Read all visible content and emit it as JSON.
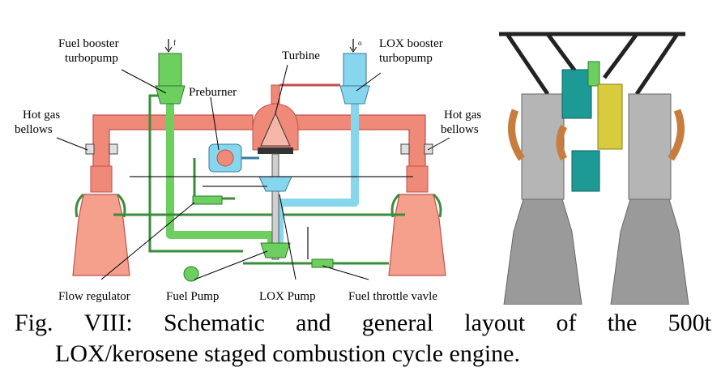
{
  "labels": {
    "fuel_booster_l1": "Fuel booster",
    "fuel_booster_l2": "turbopump",
    "turbine": "Turbine",
    "lox_booster_l1": "LOX booster",
    "lox_booster_l2": "turbopump",
    "preburner": "Preburner",
    "hot_gas_left_l1": "Hot gas",
    "hot_gas_left_l2": "bellows",
    "hot_gas_right_l1": "Hot gas",
    "hot_gas_right_l2": "bellows",
    "flow_regulator": "Flow regulator",
    "fuel_pump": "Fuel Pump",
    "lox_pump": "LOX Pump",
    "fuel_throttle": "Fuel throttle vavle",
    "fuel_inlet_mark": "f",
    "lox_inlet_mark": "o"
  },
  "caption": {
    "line1_words": [
      "Fig.",
      "VIII:",
      "Schematic",
      "and",
      "general",
      "layout",
      "of",
      "the",
      "500t"
    ],
    "line2": "LOX/kerosene staged combustion cycle engine."
  },
  "colors": {
    "fuel": "#6ccf5f",
    "lox": "#86d6ee",
    "hot_gas": "#f08a78",
    "nozzle": "#f4a08c",
    "engine_grey": "#9a9a9a",
    "teal": "#1e9a96",
    "yellow": "#d8cb3c",
    "copper": "#c77d3e"
  }
}
